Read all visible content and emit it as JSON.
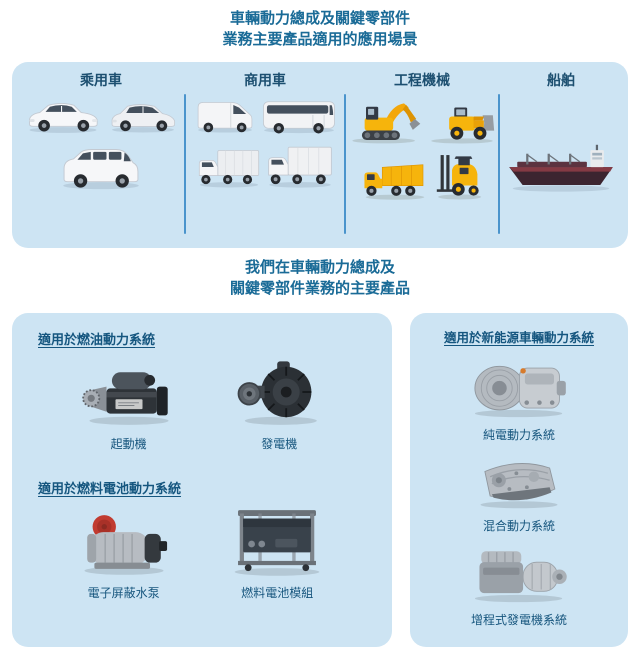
{
  "header": {
    "line1": "車輛動力總成及關鍵零部件",
    "line2": "業務主要產品適用的應用場景"
  },
  "mid_header": {
    "line1": "我們在車輛動力總成及",
    "line2": "關鍵零部件業務的主要產品"
  },
  "applications": {
    "categories": [
      {
        "label": "乘用車",
        "images": [
          "sedan",
          "hatchback",
          "minivan"
        ]
      },
      {
        "label": "商用車",
        "images": [
          "van",
          "bus",
          "box-truck",
          "cargo-truck"
        ]
      },
      {
        "label": "工程機械",
        "images": [
          "excavator",
          "wheel-loader",
          "dump-truck",
          "forklift"
        ]
      },
      {
        "label": "船舶",
        "images": [
          "cargo-ship"
        ]
      }
    ]
  },
  "products": {
    "fuel": {
      "heading": "適用於燃油動力系統",
      "items": [
        {
          "label": "起動機",
          "image": "starter-motor"
        },
        {
          "label": "發電機",
          "image": "alternator"
        }
      ]
    },
    "fuel_cell": {
      "heading": "適用於燃料電池動力系統",
      "items": [
        {
          "label": "電子屏蔽水泵",
          "image": "electronic-shielded-water-pump"
        },
        {
          "label": "燃料電池模組",
          "image": "fuel-cell-module"
        }
      ]
    },
    "new_energy": {
      "heading": "適用於新能源車輛動力系統",
      "items": [
        {
          "label": "純電動力系統",
          "image": "pure-electric-powertrain"
        },
        {
          "label": "混合動力系統",
          "image": "hybrid-powertrain"
        },
        {
          "label": "增程式發電機系統",
          "image": "range-extender-generator-system"
        }
      ]
    }
  },
  "colors": {
    "title_text": "#1a6b97",
    "panel_background": "#cde4f3",
    "divider": "#4a94cc",
    "heading_text": "#15567f",
    "caption_text": "#17567e"
  }
}
